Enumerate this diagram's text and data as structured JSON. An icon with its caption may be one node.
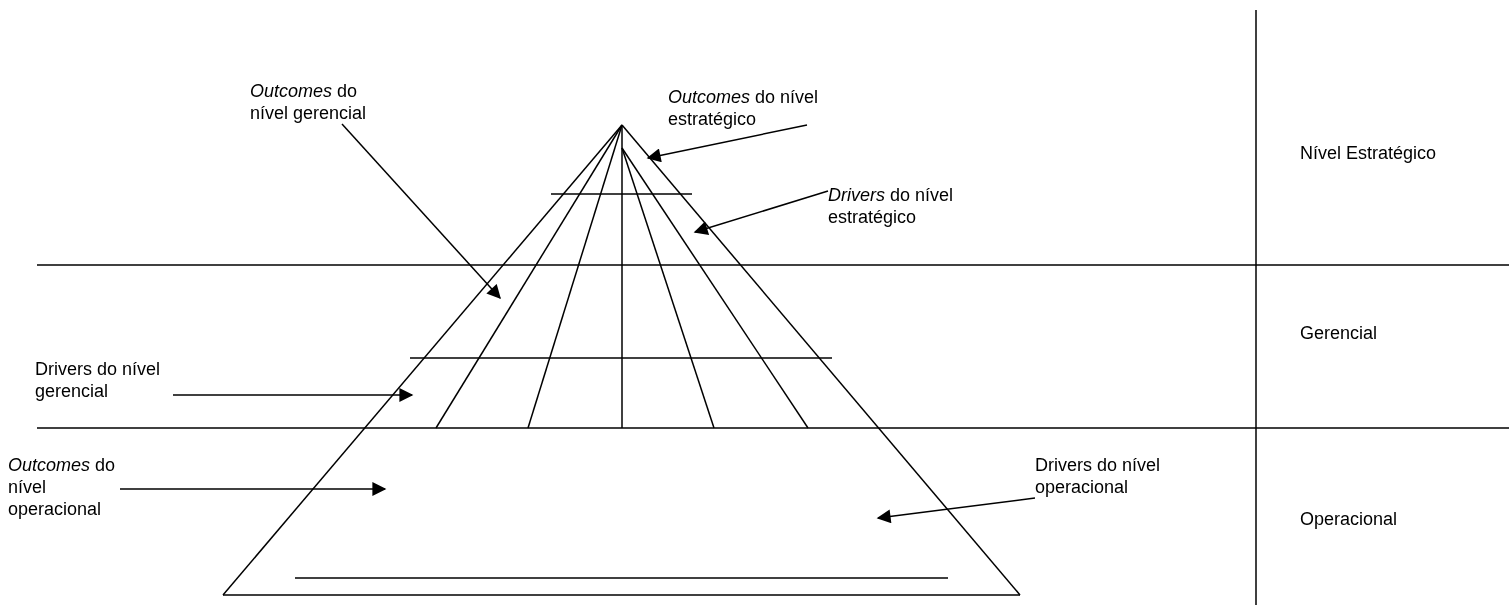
{
  "diagram": {
    "nodes": [
      {
        "text": [
          "*Outcomes* do nível estratégico"
        ]
      },
      {
        "text": [
          "*Outcomes* do nível gerencial"
        ]
      },
      {
        "text": [
          "*Drivers* do nível estratégico"
        ]
      },
      {
        "text": [
          "Drivers do nível gerencial"
        ]
      },
      {
        "text": [
          "*Outcomes* do nível operacional"
        ]
      },
      {
        "text": [
          "Drivers do nível operacional"
        ]
      }
    ],
    "edges": [
      {
        "from": 0,
        "to": null,
        "arrow": "to"
      },
      {
        "from": 1,
        "to": null,
        "arrow": "to"
      },
      {
        "from": 2,
        "to": null,
        "arrow": "to"
      },
      {
        "from": 3,
        "to": null,
        "arrow": "to"
      },
      {
        "from": 4,
        "to": null,
        "arrow": "to"
      },
      {
        "from": 5,
        "to": null,
        "arrow": "to"
      }
    ],
    "labels": [
      "Nível Estratégico",
      "Gerencial",
      "Operacional"
    ]
  }
}
